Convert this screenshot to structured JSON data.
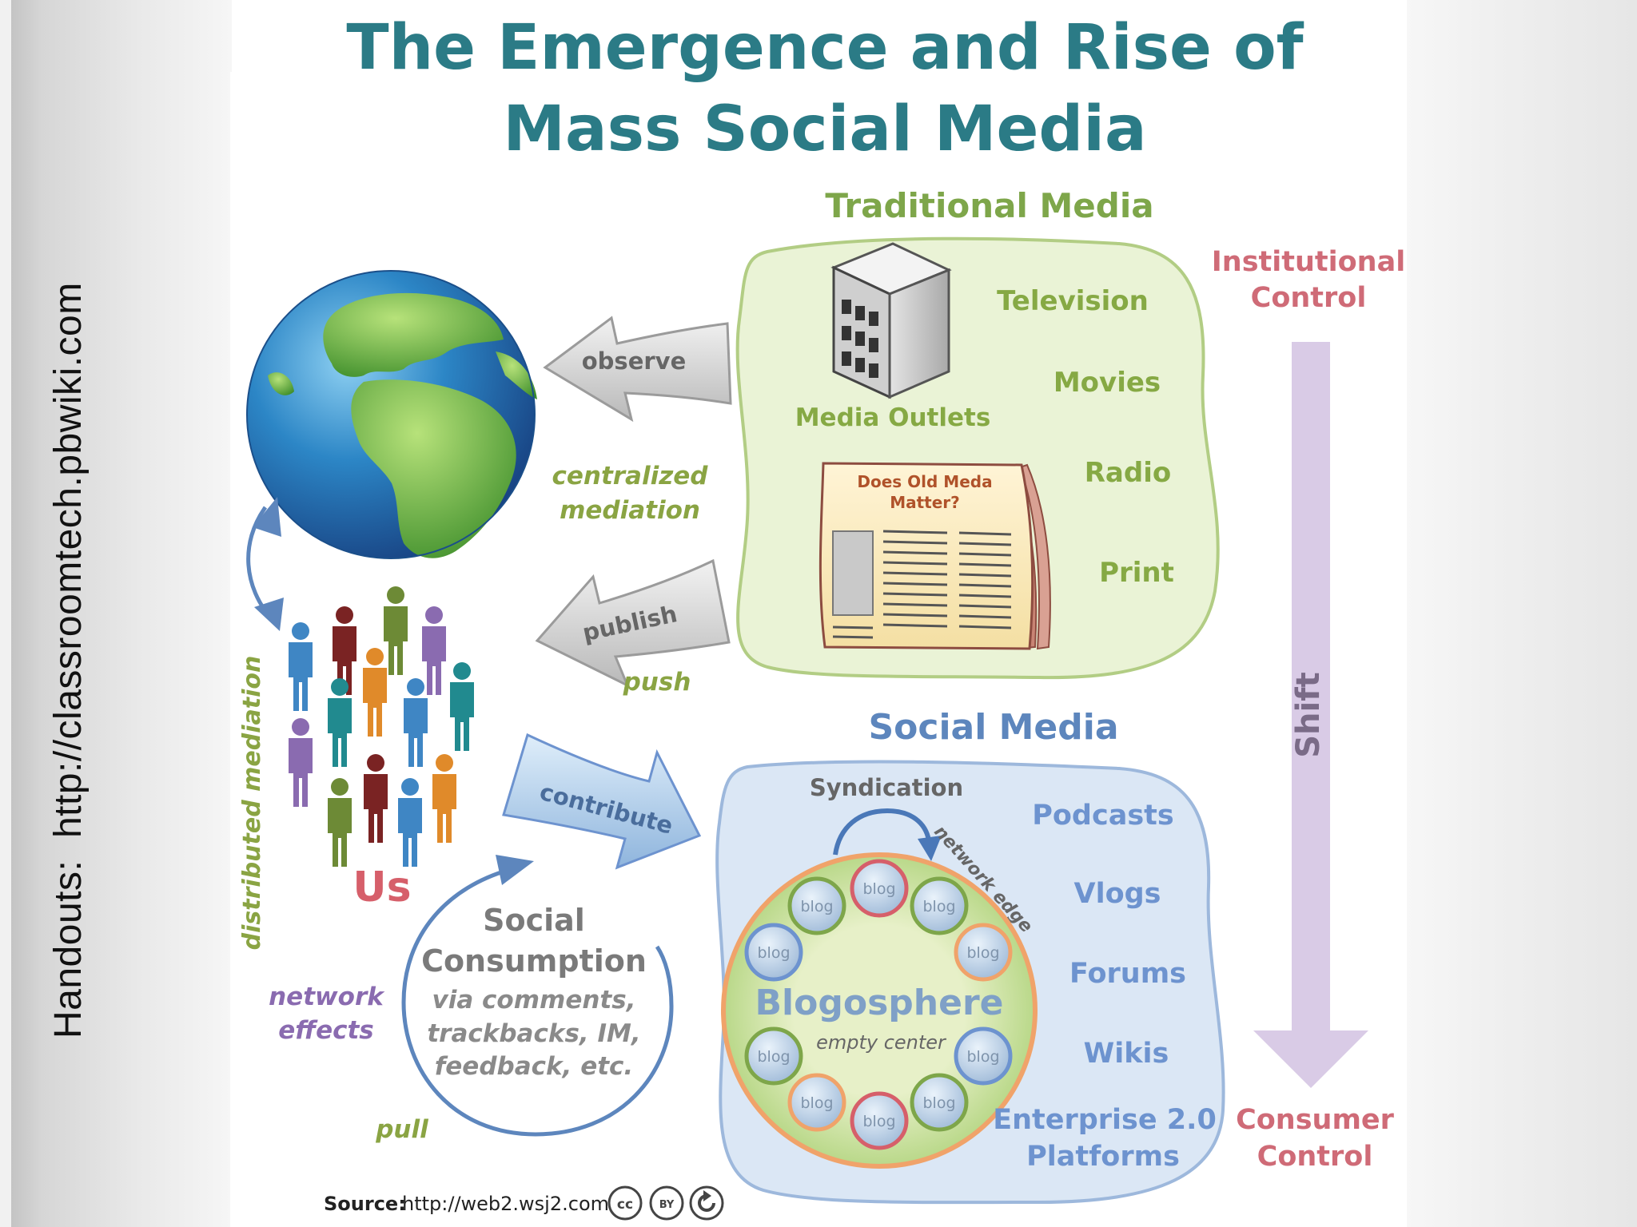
{
  "sidebar": {
    "text": "Handouts:  http://classroomtech.pbwiki.com"
  },
  "title": {
    "line1": "The Emergence and Rise of",
    "line2": "Mass Social Media"
  },
  "traditional": {
    "heading": "Traditional Media",
    "outlets_label": "Media Outlets",
    "items": [
      "Television",
      "Movies",
      "Radio",
      "Print"
    ],
    "newspaper_headline_1": "Does Old Meda",
    "newspaper_headline_2": "Matter?"
  },
  "arrows": {
    "observe": "observe",
    "publish": "publish",
    "push": "push",
    "contribute": "contribute",
    "centralized_1": "centralized",
    "centralized_2": "mediation",
    "distributed": "distributed mediation",
    "pull": "pull"
  },
  "us_label": "Us",
  "network_effects": {
    "line1": "network",
    "line2": "effects"
  },
  "consumption": {
    "line1": "Social",
    "line2": "Consumption",
    "line3": "via comments,",
    "line4": "trackbacks, IM,",
    "line5": "feedback, etc."
  },
  "social": {
    "heading": "Social Media",
    "syndication": "Syndication",
    "network_edge": "network edge",
    "blogosphere": "Blogosphere",
    "empty_center": "empty center",
    "blog_label": "blog",
    "items": [
      "Podcasts",
      "Vlogs",
      "Forums",
      "Wikis",
      "Enterprise 2.0",
      "Platforms"
    ]
  },
  "control": {
    "institutional_1": "Institutional",
    "institutional_2": "Control",
    "shift": "Shift",
    "consumer_1": "Consumer",
    "consumer_2": "Control"
  },
  "source": {
    "label": "Source:",
    "url": "http://web2.wsj2.com",
    "cc1": "cc",
    "cc2": "BY"
  },
  "colors": {
    "title": "#2b7b86",
    "traditional_heading": "#7ea64a",
    "traditional_items": "#86a944",
    "social_heading": "#5d86bd",
    "social_items": "#6d93cf",
    "control": "#cf6b77",
    "shift_arrow": "#d9cbe6",
    "us": "#d65f6a",
    "purple_text": "#8a6bb0",
    "green_text": "#8aa443"
  }
}
